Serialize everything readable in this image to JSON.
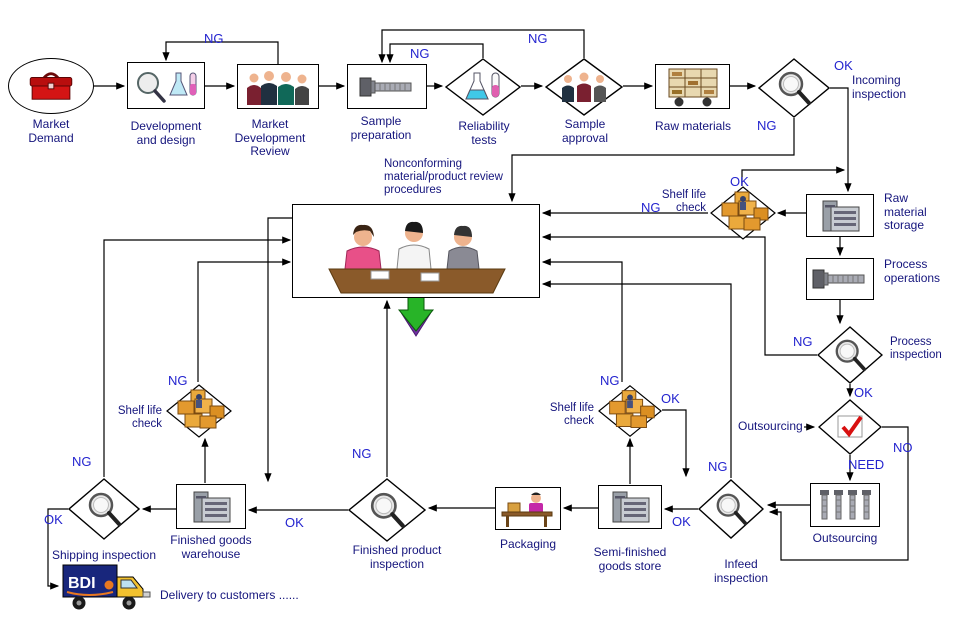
{
  "nodes": {
    "market_demand": {
      "label": "Market\nDemand"
    },
    "development_design": {
      "label": "Development\nand design"
    },
    "market_development_review": {
      "label": "Market\nDevelopment\nReview"
    },
    "sample_preparation": {
      "label": "Sample\npreparation"
    },
    "reliability_tests": {
      "label": "Reliability\ntests"
    },
    "sample_approval": {
      "label": "Sample\napproval"
    },
    "raw_materials": {
      "label": "Raw materials"
    },
    "incoming_inspection": {
      "label": "Incoming\ninspection"
    },
    "raw_material_storage": {
      "label": "Raw\nmaterial\nstorage"
    },
    "process_operations": {
      "label": "Process\noperations"
    },
    "process_inspection": {
      "label": "Process\ninspection"
    },
    "outsourcing_decision": {
      "label": "Outsourcing"
    },
    "outsourcing": {
      "label": "Outsourcing"
    },
    "infeed_inspection": {
      "label": "Infeed\ninspection"
    },
    "semi_finished_goods_store": {
      "label": "Semi-finished\ngoods store"
    },
    "packaging": {
      "label": "Packaging"
    },
    "finished_product_inspection": {
      "label": "Finished product\ninspection"
    },
    "finished_goods_warehouse": {
      "label": "Finished goods\nwarehouse"
    },
    "shipping_inspection": {
      "label": "Shipping inspection"
    },
    "delivery": {
      "label": "Delivery to customers ......"
    },
    "nonconforming_review": {
      "label": "Nonconforming\nmaterial/product review\nprocedures"
    },
    "shelf_life_check_top": {
      "label": "Shelf life\ncheck"
    },
    "shelf_life_check_left": {
      "label": "Shelf life\ncheck"
    },
    "shelf_life_check_right": {
      "label": "Shelf life\ncheck"
    }
  },
  "statuses": {
    "review_to_design": "NG",
    "reliability_to_prep": "NG",
    "approval_to_prep": "NG",
    "incoming_ok": "OK",
    "incoming_ng": "NG",
    "shelf_top_ok": "OK",
    "shelf_top_ng": "NG",
    "process_ng": "NG",
    "process_ok": "OK",
    "outsourcing_no": "NO",
    "outsourcing_need": "NEED",
    "infeed_ng": "NG",
    "infeed_ok": "OK",
    "shelf_right_ng": "NG",
    "shelf_right_ok": "OK",
    "fpi_ng": "NG",
    "fpi_ok": "OK",
    "shelf_left_ng": "NG",
    "shipping_ng": "NG",
    "shipping_ok": "OK"
  },
  "logos": {
    "truck": "BDI"
  },
  "colors": {
    "status_text": "#2424cf",
    "label_text": "#15157d",
    "line": "#000000",
    "scrap_arrow_green": "#28b428",
    "scrap_arrow_purple": "#7030a0",
    "check_red": "#d81010",
    "package_tan": "#eaa93c",
    "truck_logo_blue": "#18267c",
    "toolbox_red": "#d41414"
  }
}
